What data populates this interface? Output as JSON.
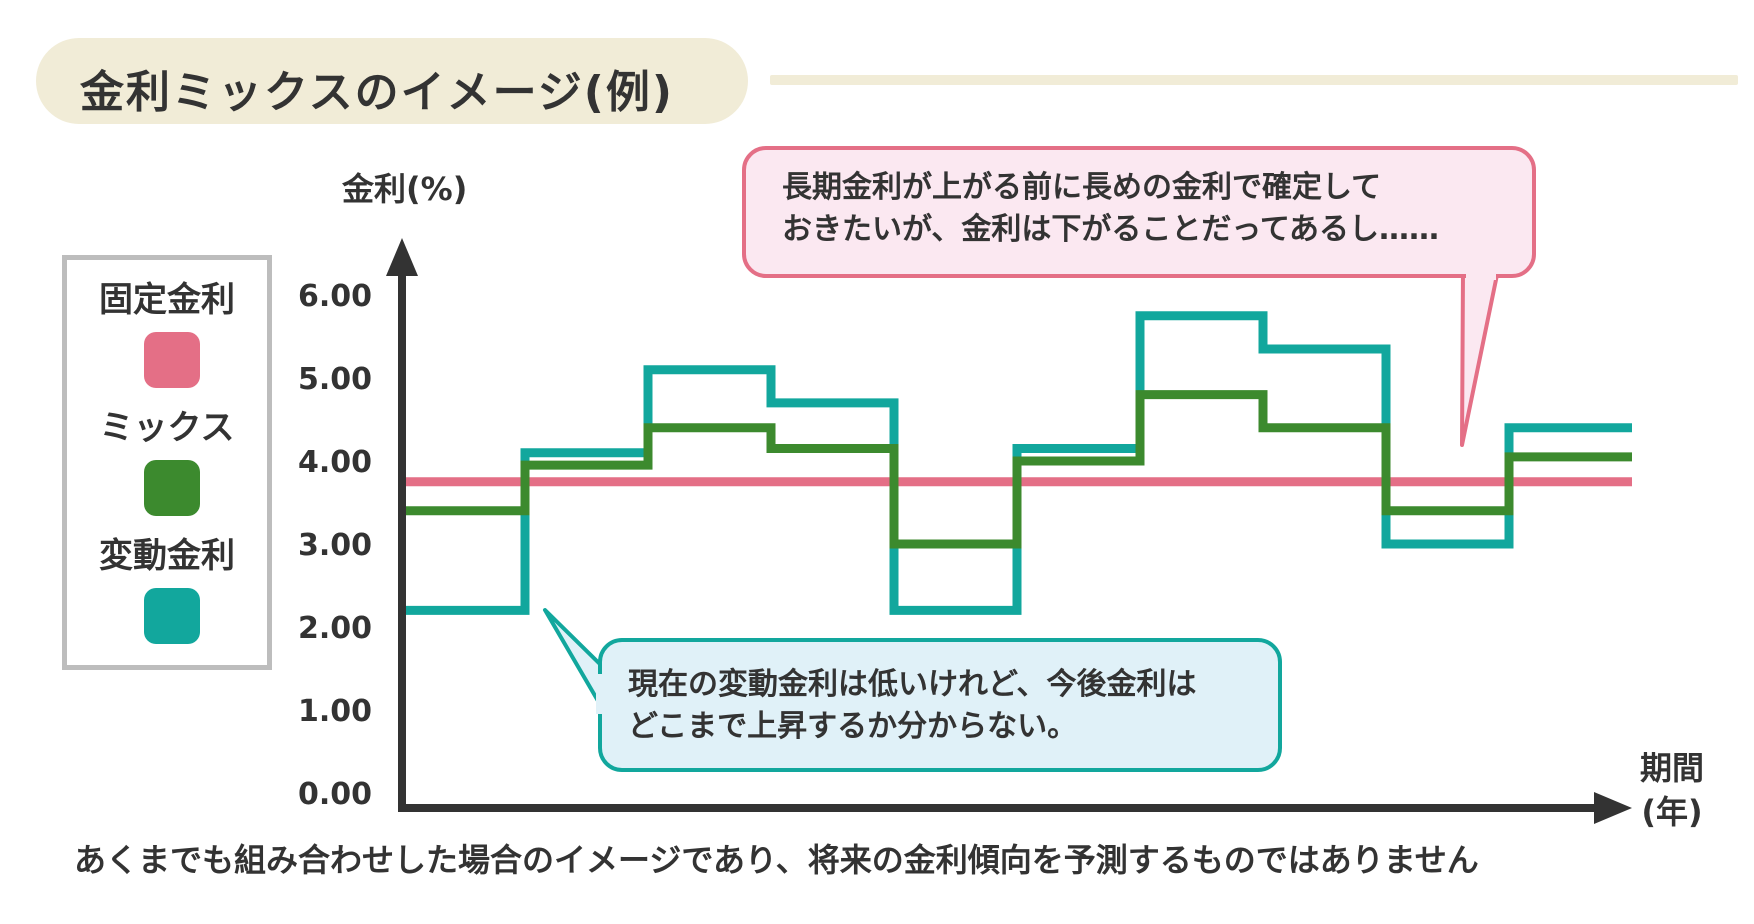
{
  "title": "金利ミックスのイメージ(例)",
  "footnote": "あくまでも組み合わせした場合のイメージであり、将来の金利傾向を予測するものではありません",
  "legend": {
    "items": [
      {
        "label": "固定金利",
        "color": "#e46f86"
      },
      {
        "label": "ミックス",
        "color": "#3c8a2e"
      },
      {
        "label": "変動金利",
        "color": "#12a79d"
      }
    ]
  },
  "callouts": {
    "top": {
      "line1": "長期金利が上がる前に長めの金利で確定して",
      "line2": "おきたいが、金利は下がることだってあるし……",
      "fill": "#fbe8f1",
      "border": "#e46f86"
    },
    "bottom": {
      "line1": "現在の変動金利は低いけれど、今後金利は",
      "line2": "どこまで上昇するか分からない。",
      "fill": "#e0f1f8",
      "border": "#12a79d"
    }
  },
  "chart_data": {
    "type": "line",
    "step": true,
    "ylabel": "金利(%)",
    "xlabel_line1": "期間",
    "xlabel_line2": "(年)",
    "yticks": [
      "6.00",
      "5.00",
      "4.00",
      "3.00",
      "2.00",
      "1.00",
      "0.00"
    ],
    "ylim": [
      0,
      6.5
    ],
    "x_segments": 10,
    "grid": false,
    "series": [
      {
        "name": "固定金利",
        "color": "#e46f86",
        "values": [
          3.75,
          3.75,
          3.75,
          3.75,
          3.75,
          3.75,
          3.75,
          3.75,
          3.75,
          3.75,
          3.75
        ]
      },
      {
        "name": "変動金利",
        "color": "#12a79d",
        "values": [
          2.2,
          4.1,
          5.1,
          4.7,
          2.2,
          4.15,
          5.75,
          5.35,
          3.0,
          4.4,
          4.4
        ]
      },
      {
        "name": "ミックス",
        "color": "#3c8a2e",
        "values": [
          3.4,
          3.95,
          4.4,
          4.15,
          3.0,
          4.0,
          4.8,
          4.4,
          3.4,
          4.05,
          4.05
        ]
      }
    ]
  }
}
